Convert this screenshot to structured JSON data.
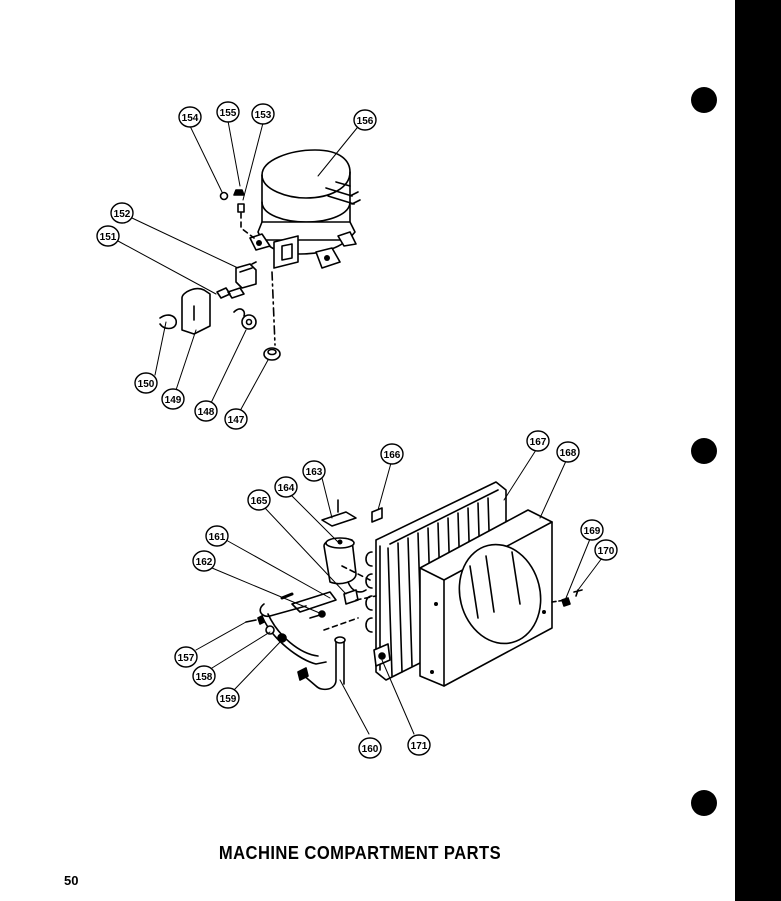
{
  "title": "MACHINE COMPARTMENT PARTS",
  "page_number": "50",
  "part_labels": {
    "p147": "147",
    "p148": "148",
    "p149": "149",
    "p150": "150",
    "p151": "151",
    "p152": "152",
    "p153": "153",
    "p154": "154",
    "p155": "155",
    "p156": "156",
    "p157": "157",
    "p158": "158",
    "p159": "159",
    "p160": "160",
    "p161": "161",
    "p162": "162",
    "p163": "163",
    "p164": "164",
    "p165": "165",
    "p166": "166",
    "p167": "167",
    "p168": "168",
    "p169": "169",
    "p170": "170",
    "p171": "171"
  }
}
